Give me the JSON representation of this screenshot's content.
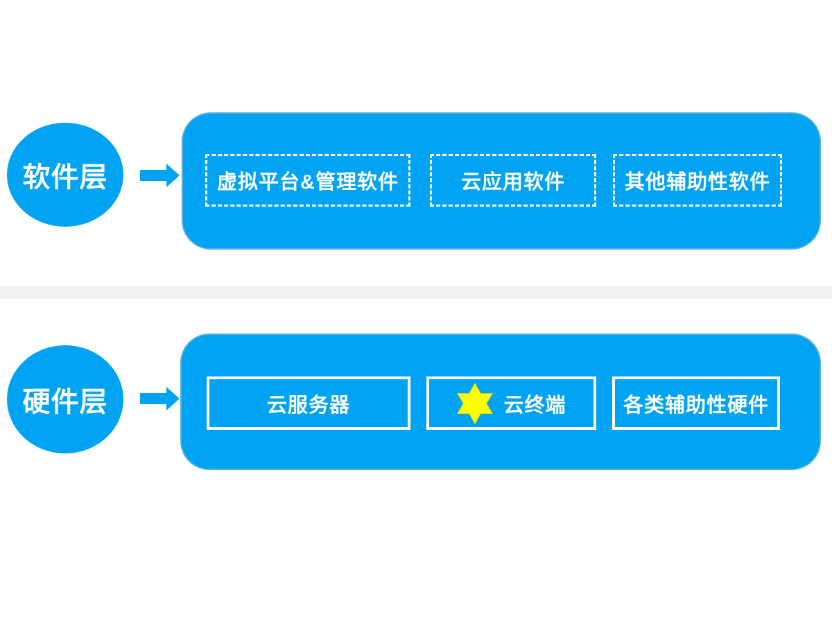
{
  "colors": {
    "primary_blue": "#00a3f2",
    "panel_edge": "#a5bebe",
    "divider_gray": "#f1f1f1",
    "star_yellow": "#ffff00",
    "star_edge": "#e8e400",
    "text_white": "#ffffff"
  },
  "diagram": {
    "type": "layered-architecture",
    "sections": [
      {
        "id": "software",
        "label": "软件层",
        "box_border_style": "dashed",
        "boxes": [
          {
            "label": "虚拟平台&管理软件"
          },
          {
            "label": "云应用软件"
          },
          {
            "label": "其他辅助性软件"
          }
        ]
      },
      {
        "id": "hardware",
        "label": "硬件层",
        "box_border_style": "solid",
        "boxes": [
          {
            "label": "云服务器"
          },
          {
            "label": "云终端",
            "icon": "star-icon"
          },
          {
            "label": "各类辅助性硬件"
          }
        ]
      }
    ]
  }
}
